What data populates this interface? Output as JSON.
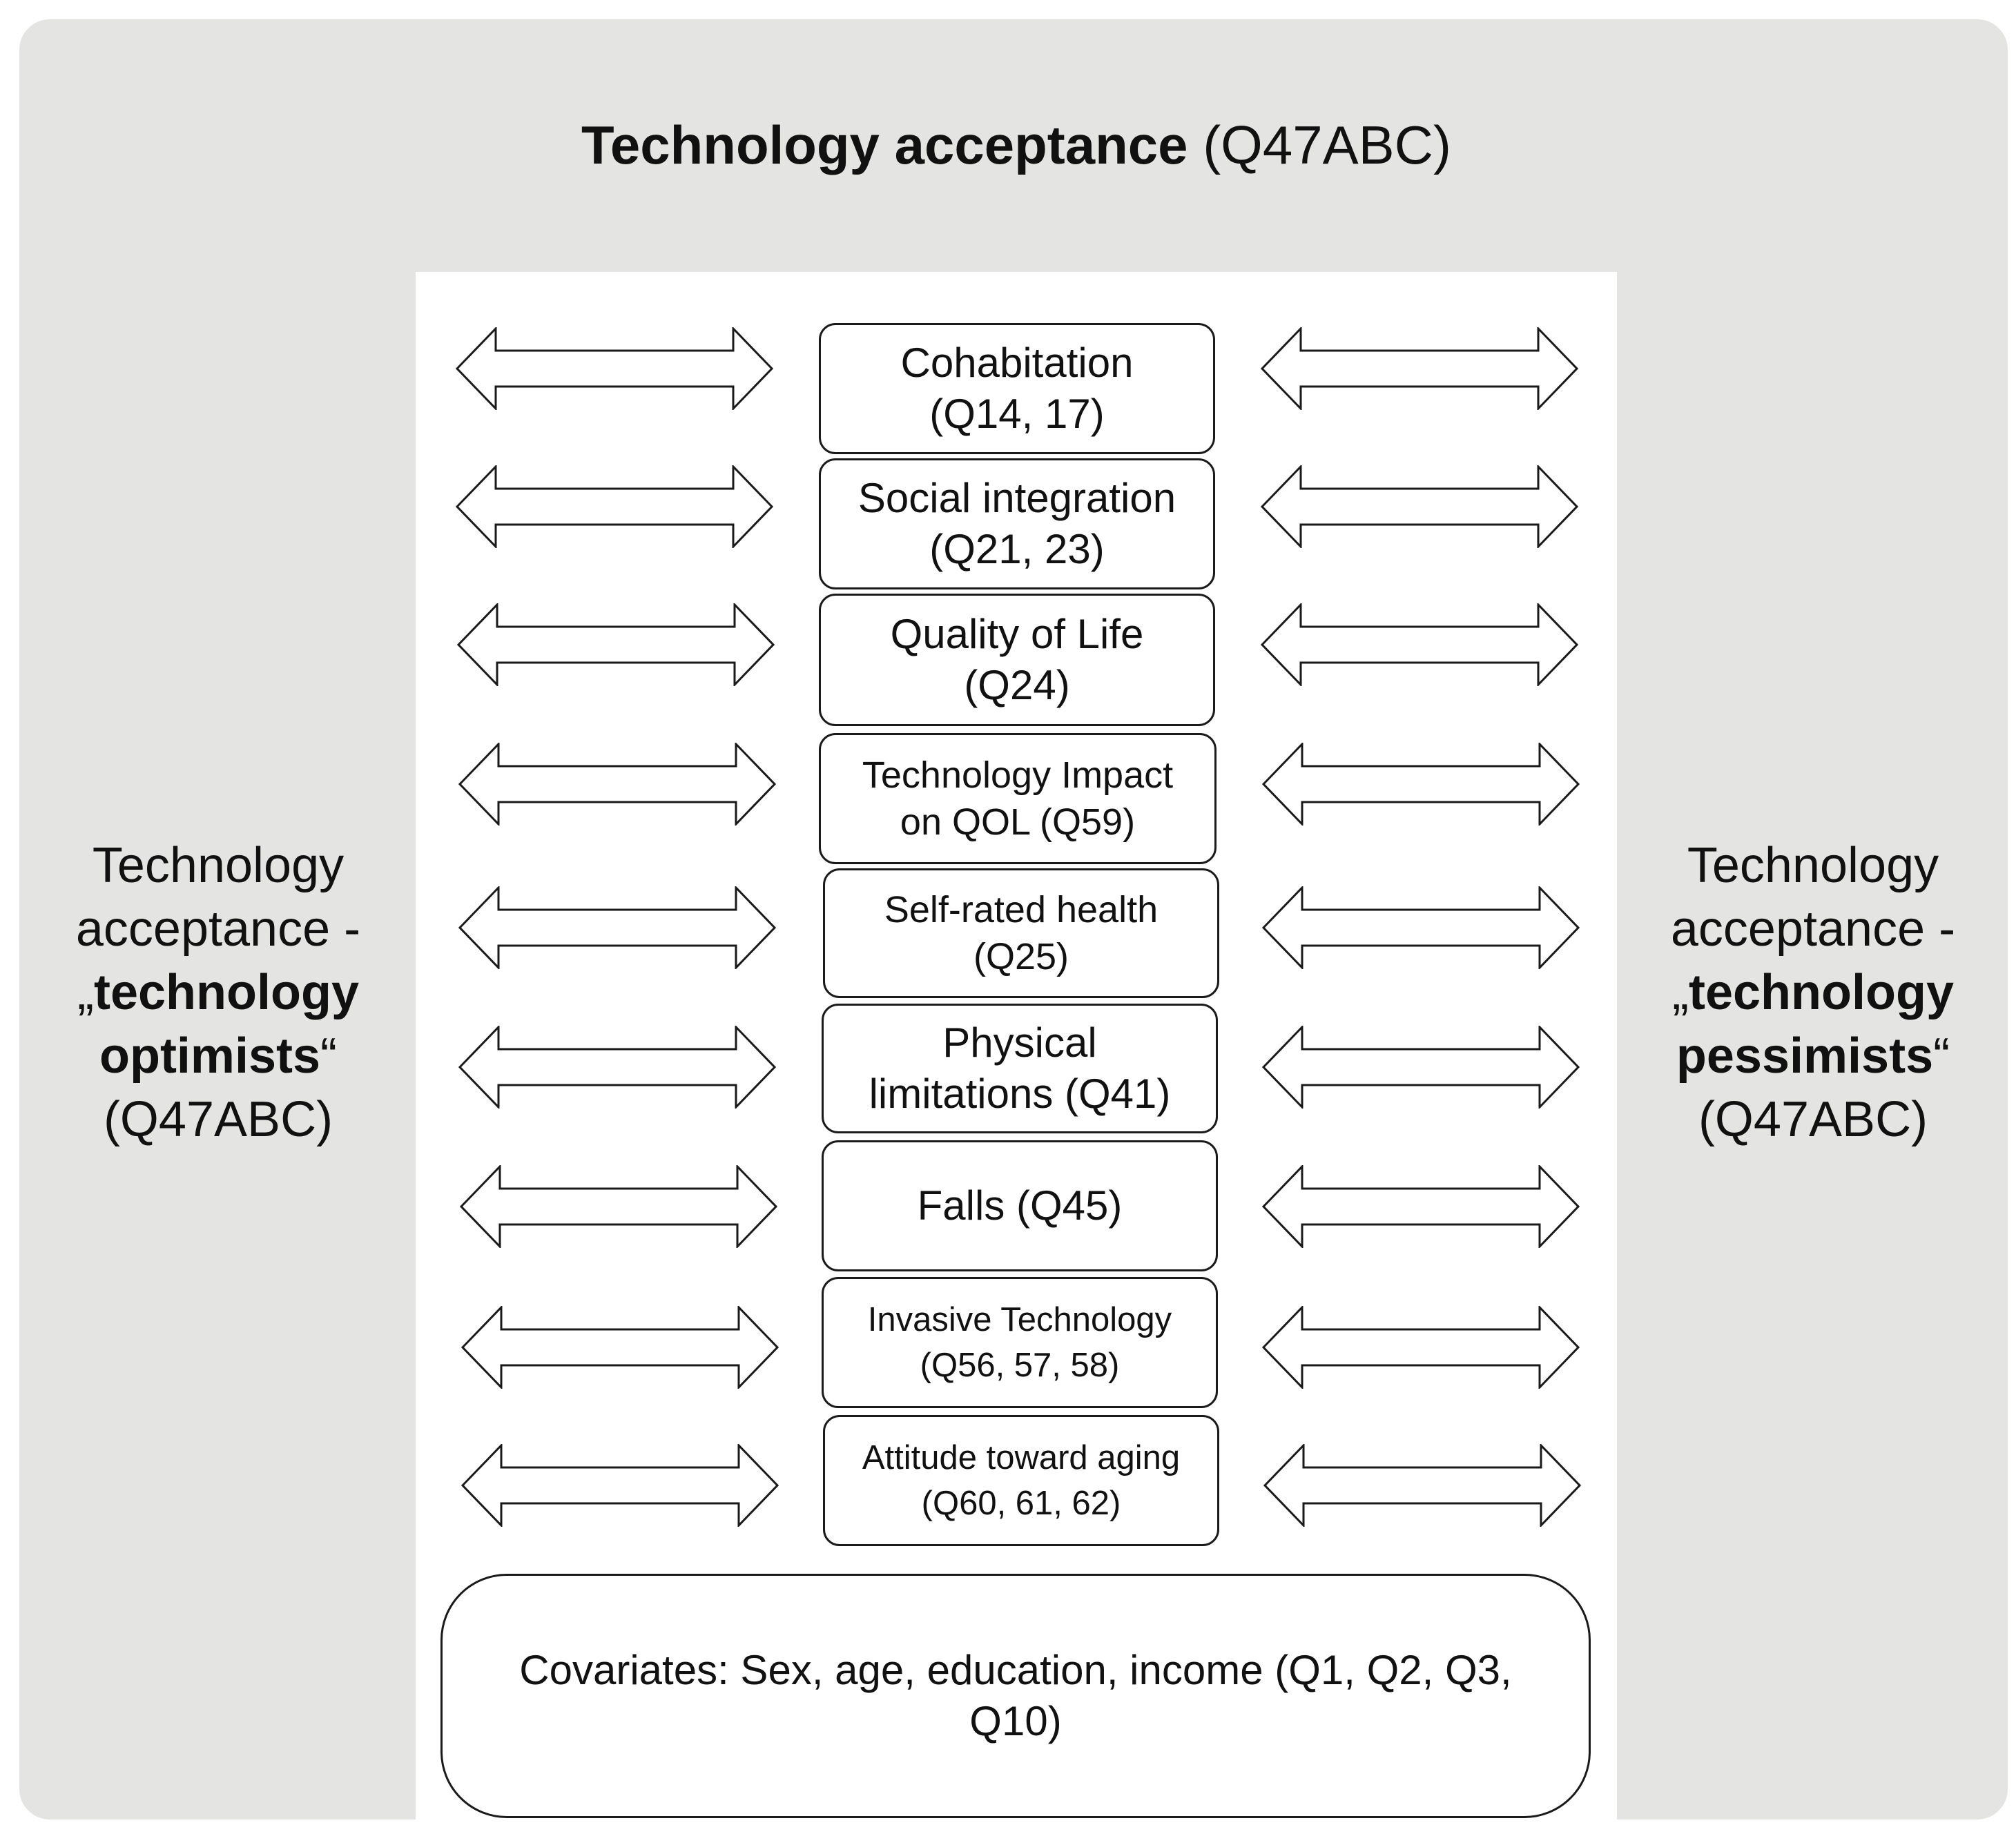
{
  "title": {
    "bold": "Technology acceptance",
    "rest": " (Q47ABC)"
  },
  "left_label": {
    "line1": "Technology",
    "line2": "acceptance -",
    "quote_open": "„",
    "bold1": "technology",
    "bold2": "optimists",
    "quote_close": "“",
    "line5": "(Q47ABC)"
  },
  "right_label": {
    "line1": "Technology",
    "line2": "acceptance -",
    "quote_open": "„",
    "bold1": "technology",
    "bold2": "pessimists",
    "quote_close": "“",
    "line5": "(Q47ABC)"
  },
  "factors": [
    {
      "id": "cohabitation",
      "lines": [
        "Cohabitation",
        "(Q14, 17)"
      ]
    },
    {
      "id": "social-integration",
      "lines": [
        "Social integration",
        "(Q21, 23)"
      ]
    },
    {
      "id": "quality-of-life",
      "lines": [
        "Quality of Life",
        "(Q24)"
      ]
    },
    {
      "id": "technology-impact",
      "lines": [
        "Technology Impact",
        "on QOL (Q59)"
      ]
    },
    {
      "id": "self-rated-health",
      "lines": [
        "Self-rated health",
        "(Q25)"
      ]
    },
    {
      "id": "physical-limitations",
      "lines": [
        "Physical",
        "limitations (Q41)"
      ]
    },
    {
      "id": "falls",
      "lines": [
        "Falls (Q45)"
      ]
    },
    {
      "id": "invasive-technology",
      "lines": [
        "Invasive Technology",
        "(Q56, 57, 58)"
      ]
    },
    {
      "id": "attitude-toward-aging",
      "lines": [
        "Attitude toward aging",
        "(Q60, 61, 62)"
      ]
    }
  ],
  "covariates": {
    "line1": "Covariates: Sex, age, education, income (Q1, Q2, Q3,",
    "line2": "Q10)"
  }
}
